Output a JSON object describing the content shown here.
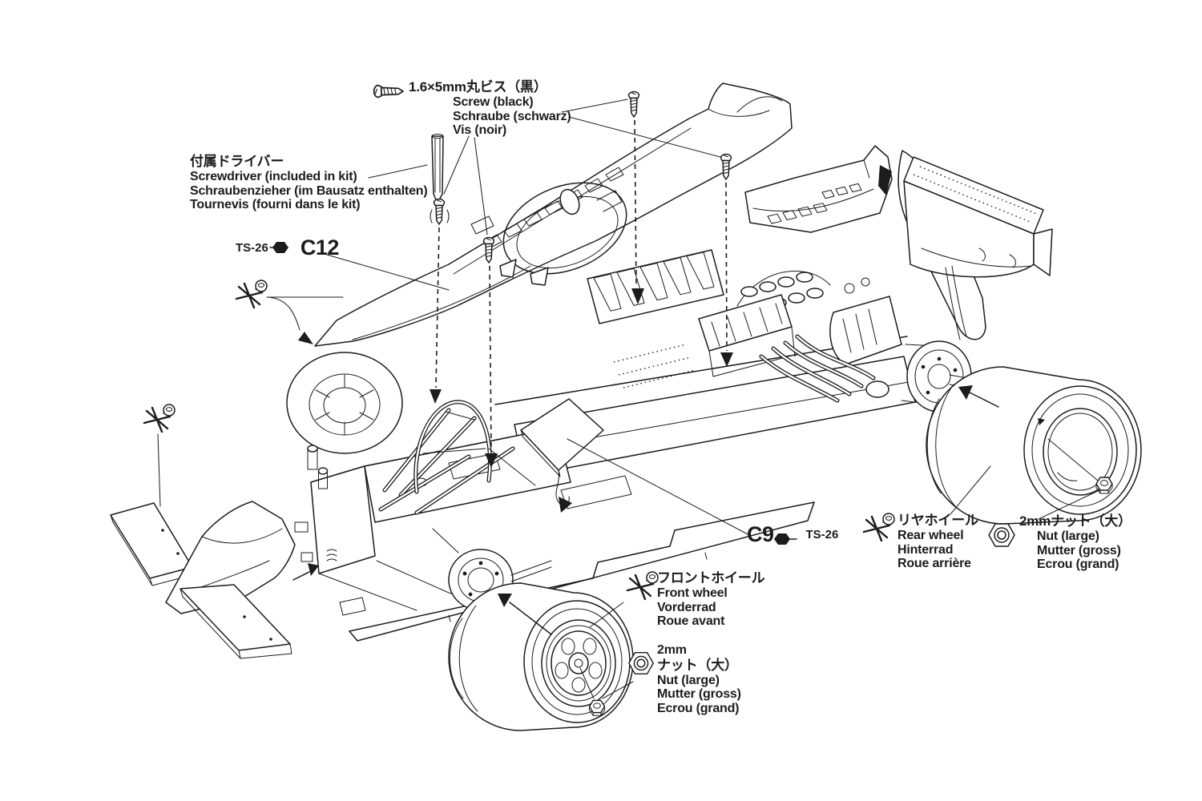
{
  "document": {
    "type": "model-kit-assembly-step",
    "language_order": [
      "ja",
      "en",
      "de",
      "fr"
    ]
  },
  "colors": {
    "ink": "#1c1c1c",
    "paper": "#ffffff"
  },
  "labels": {
    "screw_callout": {
      "jp": "1.6×5mm丸ビス（黒）",
      "lines": [
        "Screw (black)",
        "Schraube (schwarz)",
        "Vis (noir)"
      ],
      "icon": "screw-icon"
    },
    "screwdriver_callout": {
      "jp": "付属ドライバー",
      "lines": [
        "Screwdriver (included in kit)",
        "Schraubenzieher (im Bausatz enthalten)",
        "Tournevis (fourni dans le kit)"
      ]
    },
    "part_c12": {
      "paint": "TS-26",
      "part": "C12",
      "icon": "paint-hex-icon"
    },
    "part_c9": {
      "part": "C9",
      "paint": "TS-26",
      "icon": "paint-hex-icon"
    },
    "rear_wheel": {
      "jp": "リヤホイール",
      "lines": [
        "Rear wheel",
        "Hinterrad",
        "Roue arrière"
      ],
      "icon": "sprue-mark-icon"
    },
    "rear_nut": {
      "jp": "2mmナット（大）",
      "lines": [
        "Nut (large)",
        "Mutter (gross)",
        "Ecrou (grand)"
      ],
      "icon": "hex-nut-icon"
    },
    "front_wheel": {
      "jp": "フロントホイール",
      "lines": [
        "Front wheel",
        "Vorderrad",
        "Roue avant"
      ],
      "icon": "sprue-mark-icon"
    },
    "front_nut": {
      "size": "2mm",
      "jp": "ナット（大）",
      "lines": [
        "Nut (large)",
        "Mutter (gross)",
        "Ecrou (grand)"
      ],
      "icon": "hex-nut-icon"
    }
  }
}
